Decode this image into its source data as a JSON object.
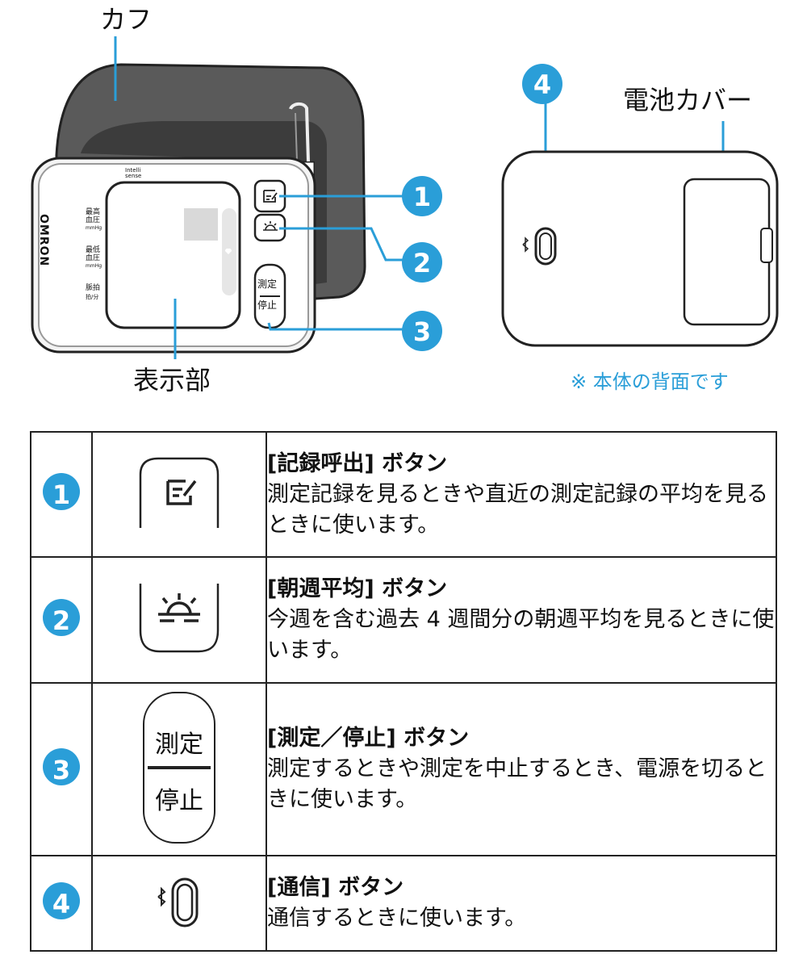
{
  "labels": {
    "cuff": "カフ",
    "display": "表示部",
    "battery_cover": "電池カバー",
    "back_note": "※ 本体の背面です"
  },
  "device": {
    "brand": "OMRON",
    "logo_small": "Intelli sense",
    "sys_label": [
      "最高",
      "血圧",
      "mmHg"
    ],
    "dia_label": [
      "最低",
      "血圧",
      "mmHg"
    ],
    "pulse_label": [
      "脈拍",
      "拍/分"
    ],
    "measure_top": "測定",
    "measure_bottom": "停止"
  },
  "callouts": [
    "1",
    "2",
    "3",
    "4"
  ],
  "legend": [
    {
      "num": "1",
      "title": "[記録呼出] ボタン",
      "text": "測定記録を見るときや直近の測定記録の平均を見るときに使います。",
      "icon": "memory-icon"
    },
    {
      "num": "2",
      "title": "[朝週平均] ボタン",
      "text": "今週を含む過去 4 週間分の朝週平均を見るときに使います。",
      "icon": "sunrise-icon"
    },
    {
      "num": "3",
      "title": "[測定／停止] ボタン",
      "text": "測定するときや測定を中止するとき、電源を切るときに使います。",
      "icon": "start-stop-icon",
      "icon_top": "測定",
      "icon_bottom": "停止"
    },
    {
      "num": "4",
      "title": "[通信] ボタン",
      "text": "通信するときに使います。",
      "icon": "bluetooth-icon"
    }
  ],
  "colors": {
    "accent": "#2a9ed8",
    "cuff": "#5a5a5a",
    "panel": "#d9d9d9"
  }
}
